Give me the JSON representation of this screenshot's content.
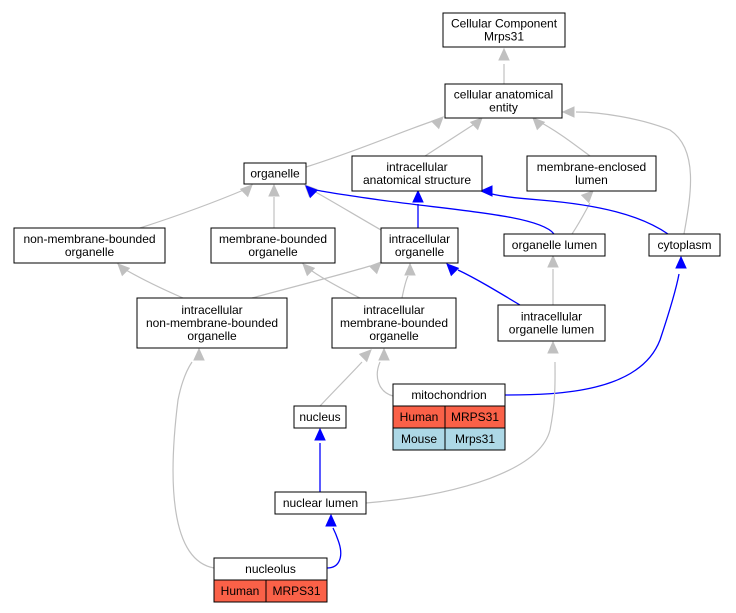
{
  "colors": {
    "part_of_edge": "#0000ff",
    "is_a_edge": "#c0c0c0",
    "human_cell": "#fa6148",
    "mouse_cell": "#add8e6",
    "node_border": "#000000",
    "node_fill": "#ffffff"
  },
  "nodes": {
    "root": {
      "lines": [
        "Cellular Component",
        "Mrps31"
      ]
    },
    "cellular_anatomical_entity": {
      "lines": [
        "cellular anatomical",
        "entity"
      ]
    },
    "organelle": {
      "lines": [
        "organelle"
      ]
    },
    "intracellular_anatomical_structure": {
      "lines": [
        "intracellular",
        "anatomical structure"
      ]
    },
    "membrane_enclosed_lumen": {
      "lines": [
        "membrane-enclosed",
        "lumen"
      ]
    },
    "non_membrane_bounded_organelle": {
      "lines": [
        "non-membrane-bounded",
        "organelle"
      ]
    },
    "membrane_bounded_organelle": {
      "lines": [
        "membrane-bounded",
        "organelle"
      ]
    },
    "intracellular_organelle": {
      "lines": [
        "intracellular",
        "organelle"
      ]
    },
    "organelle_lumen": {
      "lines": [
        "organelle lumen"
      ]
    },
    "cytoplasm": {
      "lines": [
        "cytoplasm"
      ]
    },
    "intracellular_non_membrane_bounded_organelle": {
      "lines": [
        "intracellular",
        "non-membrane-bounded",
        "organelle"
      ]
    },
    "intracellular_membrane_bounded_organelle": {
      "lines": [
        "intracellular",
        "membrane-bounded",
        "organelle"
      ]
    },
    "intracellular_organelle_lumen": {
      "lines": [
        "intracellular",
        "organelle lumen"
      ]
    },
    "nucleus": {
      "lines": [
        "nucleus"
      ]
    },
    "nuclear_lumen": {
      "lines": [
        "nuclear lumen"
      ]
    },
    "mitochondrion": {
      "title": "mitochondrion",
      "rows": [
        {
          "species": "Human",
          "gene": "MRPS31",
          "color": "#fa6148"
        },
        {
          "species": "Mouse",
          "gene": "Mrps31",
          "color": "#add8e6"
        }
      ]
    },
    "nucleolus": {
      "title": "nucleolus",
      "rows": [
        {
          "species": "Human",
          "gene": "MRPS31",
          "color": "#fa6148"
        }
      ]
    }
  },
  "edges": [
    {
      "from": "cellular_anatomical_entity",
      "to": "root",
      "relation": "is_a"
    },
    {
      "from": "organelle",
      "to": "cellular_anatomical_entity",
      "relation": "is_a"
    },
    {
      "from": "intracellular_anatomical_structure",
      "to": "cellular_anatomical_entity",
      "relation": "is_a"
    },
    {
      "from": "membrane_enclosed_lumen",
      "to": "cellular_anatomical_entity",
      "relation": "is_a"
    },
    {
      "from": "cytoplasm",
      "to": "cellular_anatomical_entity",
      "relation": "is_a"
    },
    {
      "from": "non_membrane_bounded_organelle",
      "to": "organelle",
      "relation": "is_a"
    },
    {
      "from": "membrane_bounded_organelle",
      "to": "organelle",
      "relation": "is_a"
    },
    {
      "from": "intracellular_organelle",
      "to": "organelle",
      "relation": "is_a"
    },
    {
      "from": "intracellular_organelle",
      "to": "intracellular_anatomical_structure",
      "relation": "part_of"
    },
    {
      "from": "organelle_lumen",
      "to": "organelle",
      "relation": "part_of"
    },
    {
      "from": "organelle_lumen",
      "to": "membrane_enclosed_lumen",
      "relation": "is_a"
    },
    {
      "from": "cytoplasm",
      "to": "intracellular_anatomical_structure",
      "relation": "part_of"
    },
    {
      "from": "intracellular_non_membrane_bounded_organelle",
      "to": "non_membrane_bounded_organelle",
      "relation": "is_a"
    },
    {
      "from": "intracellular_non_membrane_bounded_organelle",
      "to": "intracellular_organelle",
      "relation": "is_a"
    },
    {
      "from": "intracellular_membrane_bounded_organelle",
      "to": "membrane_bounded_organelle",
      "relation": "is_a"
    },
    {
      "from": "intracellular_membrane_bounded_organelle",
      "to": "intracellular_organelle",
      "relation": "is_a"
    },
    {
      "from": "intracellular_organelle_lumen",
      "to": "organelle_lumen",
      "relation": "is_a"
    },
    {
      "from": "intracellular_organelle_lumen",
      "to": "intracellular_organelle",
      "relation": "part_of"
    },
    {
      "from": "mitochondrion",
      "to": "intracellular_membrane_bounded_organelle",
      "relation": "is_a"
    },
    {
      "from": "mitochondrion",
      "to": "cytoplasm",
      "relation": "part_of"
    },
    {
      "from": "nucleus",
      "to": "intracellular_membrane_bounded_organelle",
      "relation": "is_a"
    },
    {
      "from": "nuclear_lumen",
      "to": "nucleus",
      "relation": "part_of"
    },
    {
      "from": "nuclear_lumen",
      "to": "intracellular_organelle_lumen",
      "relation": "is_a"
    },
    {
      "from": "nucleolus",
      "to": "intracellular_non_membrane_bounded_organelle",
      "relation": "is_a"
    },
    {
      "from": "nucleolus",
      "to": "nuclear_lumen",
      "relation": "part_of"
    }
  ]
}
